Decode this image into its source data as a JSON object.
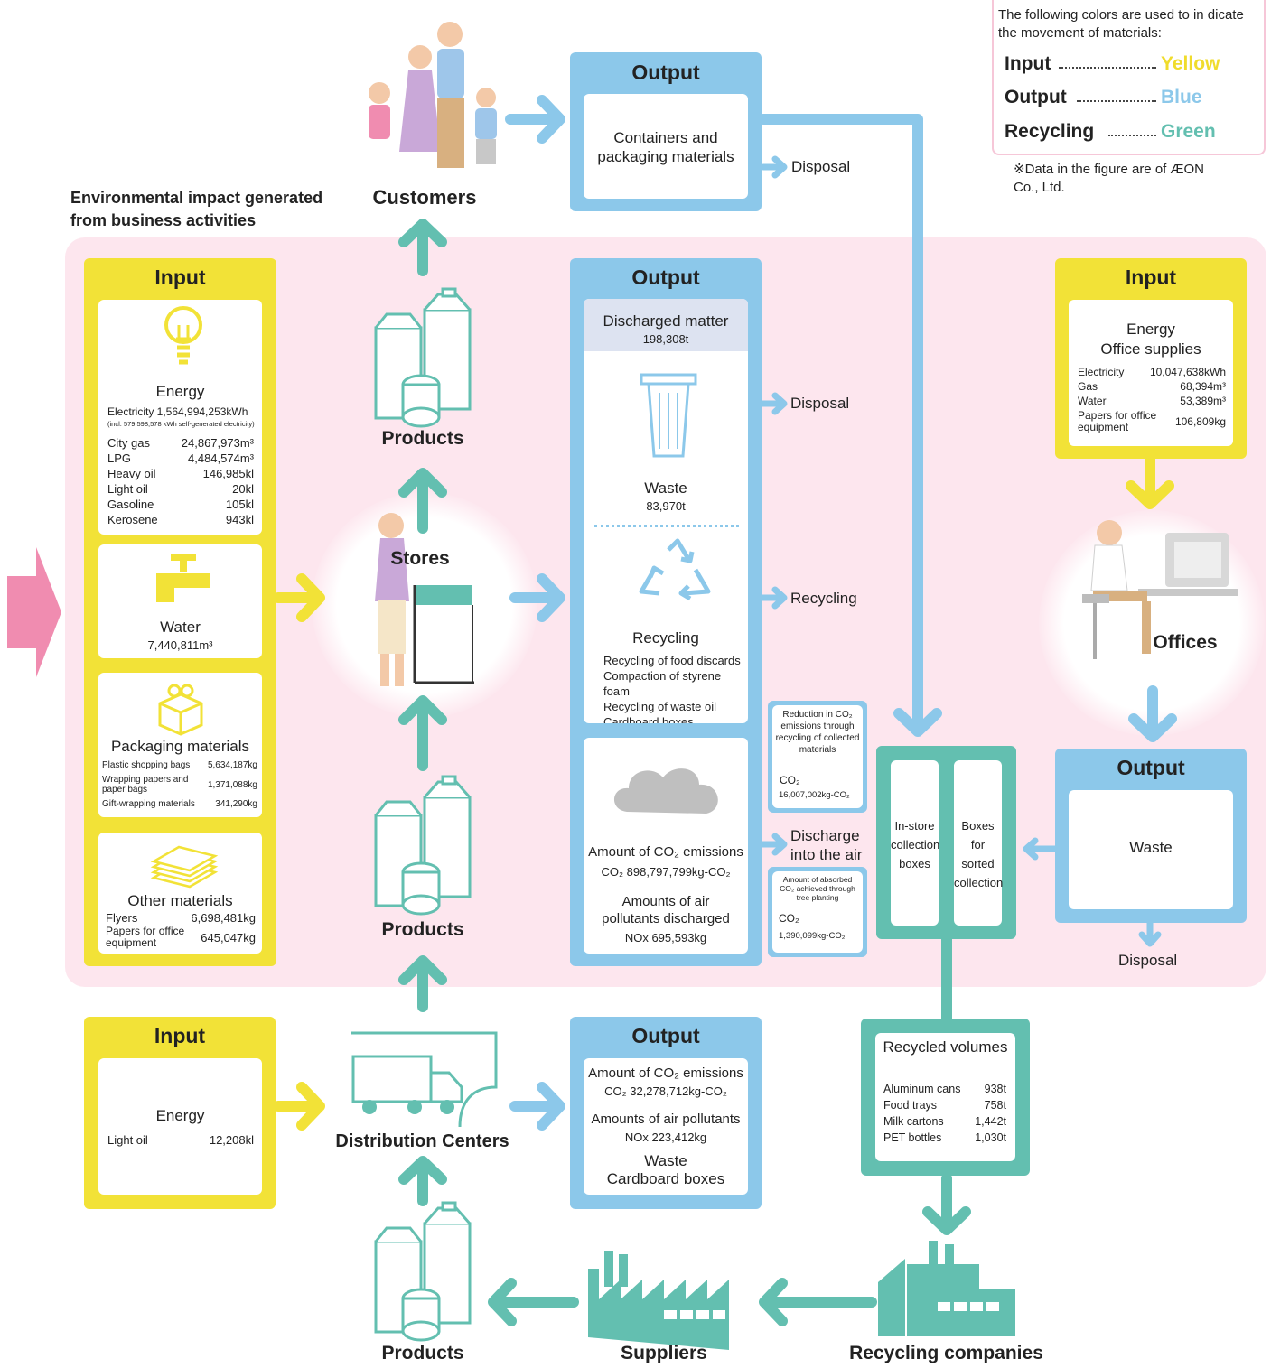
{
  "legend": {
    "note": "The following colors are used to in dicate the movement of materials:",
    "items": [
      {
        "term": "Input",
        "color_name": "Yellow",
        "color": "#f2e237"
      },
      {
        "term": "Output",
        "color_name": "Blue",
        "color": "#8cc8ea"
      },
      {
        "term": "Recycling",
        "color_name": "Green",
        "color": "#63bfb0"
      }
    ],
    "footnote": "※Data in the figure are of ÆON Co., Ltd."
  },
  "env_heading": "Environmental impact generated from business activities",
  "nodes": {
    "customers": "Customers",
    "stores": "Stores",
    "offices": "Offices",
    "products": "Products",
    "distribution": "Distribution Centers",
    "suppliers": "Suppliers",
    "recycling_companies": "Recycling companies"
  },
  "top_output": {
    "title": "Output",
    "text": "Containers and packaging materials",
    "disposal": "Disposal"
  },
  "store_input": {
    "title": "Input",
    "energy": {
      "label": "Energy",
      "electricity": "Electricity 1,564,994,253kWh",
      "electricity_note": "(incl. 579,598,578 kWh self-generated electricity)",
      "rows": [
        {
          "name": "City gas",
          "value": "24,867,973m³"
        },
        {
          "name": "LPG",
          "value": "4,484,574m³"
        },
        {
          "name": "Heavy oil",
          "value": "146,985kl"
        },
        {
          "name": "Light oil",
          "value": "20kl"
        },
        {
          "name": "Gasoline",
          "value": "105kl"
        },
        {
          "name": "Kerosene",
          "value": "943kl"
        }
      ]
    },
    "water": {
      "label": "Water",
      "value": "7,440,811m³"
    },
    "packaging": {
      "label": "Packaging materials",
      "rows": [
        {
          "name": "Plastic shopping bags",
          "value": "5,634,187kg"
        },
        {
          "name": "Wrapping papers and paper bags",
          "value": "1,371,088kg"
        },
        {
          "name": "Gift-wrapping materials",
          "value": "341,290kg"
        }
      ]
    },
    "other": {
      "label": "Other materials",
      "rows": [
        {
          "name": "Flyers",
          "value": "6,698,481kg"
        },
        {
          "name": "Papers for office equipment",
          "value": "645,047kg"
        }
      ]
    }
  },
  "store_output": {
    "title": "Output",
    "discharged_label": "Discharged matter",
    "discharged_value": "198,308t",
    "waste_label": "Waste",
    "waste_value": "83,970t",
    "recycling_label": "Recycling",
    "recycling_items": [
      "Recycling of food discards",
      "Compaction of styrene foam",
      "Recycling of waste oil",
      "Cardboard boxes"
    ],
    "co2_label": "Amount of CO₂ emissions",
    "co2_value": "CO₂  898,797,799kg-CO₂",
    "air_label": "Amounts of air pollutants discharged",
    "nox_value": "NOx  695,593kg",
    "side_disposal": "Disposal",
    "side_recycling": "Recycling",
    "side_discharge": "Discharge into the air"
  },
  "reduction_box": {
    "text": "Reduction in CO₂ emissions through recycling of collected materials",
    "co2": "CO₂",
    "value": "16,007,002kg-CO₂"
  },
  "absorbed_box": {
    "text": "Amount of absorbed CO₂ achieved through tree planting",
    "co2": "CO₂",
    "value": "1,390,099kg-CO₂"
  },
  "office_input": {
    "title": "Input",
    "label1": "Energy",
    "label2": "Office supplies",
    "rows": [
      {
        "name": "Electricity",
        "value": "10,047,638kWh"
      },
      {
        "name": "Gas",
        "value": "68,394m³"
      },
      {
        "name": "Water",
        "value": "53,389m³"
      },
      {
        "name": "Papers for office equipment",
        "value": "106,809kg"
      }
    ]
  },
  "office_output": {
    "title": "Output",
    "waste": "Waste",
    "disposal": "Disposal"
  },
  "collection": {
    "instore": "In-store collection boxes",
    "sorted": "Boxes for sorted collection"
  },
  "recycled": {
    "title": "Recycled volumes",
    "rows": [
      {
        "name": "Aluminum cans",
        "value": "938t"
      },
      {
        "name": "Food trays",
        "value": "758t"
      },
      {
        "name": "Milk cartons",
        "value": "1,442t"
      },
      {
        "name": "PET bottles",
        "value": "1,030t"
      }
    ]
  },
  "dist_input": {
    "title": "Input",
    "energy": "Energy",
    "name": "Light oil",
    "value": "12,208kl"
  },
  "dist_output": {
    "title": "Output",
    "co2_label": "Amount of CO₂ emissions",
    "co2_value": "CO₂  32,278,712kg-CO₂",
    "air_label": "Amounts of air pollutants",
    "nox_value": "NOx  223,412kg",
    "waste1": "Waste",
    "waste2": "Cardboard boxes"
  }
}
